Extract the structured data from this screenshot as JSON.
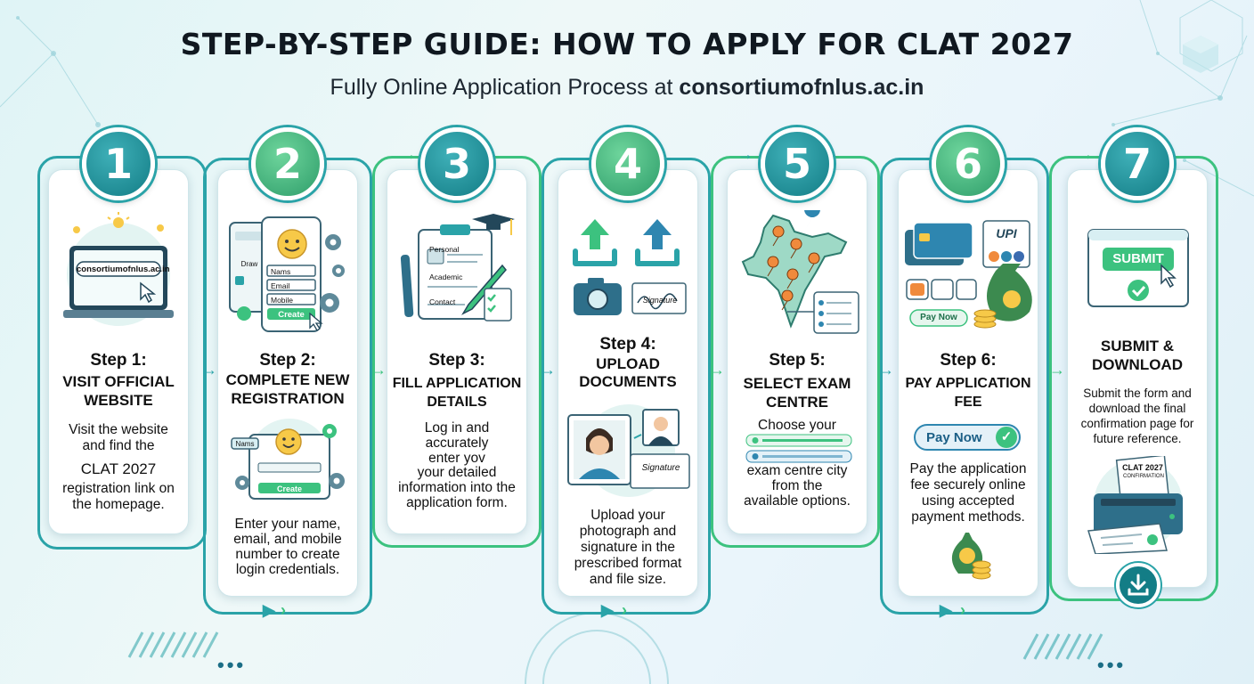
{
  "title": "STEP-BY-STEP GUIDE: HOW TO APPLY FOR CLAT 2027",
  "subtitle_prefix": "Fully Online Application Process at",
  "subtitle_site": "consortiumofnlus.ac.in",
  "colors": {
    "teal": "#2aa3a8",
    "green": "#3cc27f",
    "dark_teal": "#137d86"
  },
  "steps": [
    {
      "number": "1",
      "step_label": "Step 1:",
      "heading": [
        "VISIT OFFICIAL",
        "WEBSITE"
      ],
      "description": [
        "Visit the website",
        "and find the"
      ],
      "highlight": "CLAT 2027",
      "description2": [
        "registration link on",
        "the homepage."
      ],
      "url_label": "consortiumofnlus.ac.in",
      "icon": "laptop-icon"
    },
    {
      "number": "2",
      "step_label": "Step 2:",
      "heading": [
        "COMPLETE NEW",
        "REGISTRATION"
      ],
      "description": [
        "Enter your name,",
        "email, and mobile",
        "number to create",
        "login credentials."
      ],
      "form_fields": [
        "Nams",
        "Email",
        "Mobile"
      ],
      "create_label": "Create",
      "side_label": "Draw",
      "mini_field": "Nams",
      "icon": "registration-form-icon"
    },
    {
      "number": "3",
      "step_label": "Step 3:",
      "heading": [
        "FILL APPLICATION",
        "DETAILS"
      ],
      "description": [
        "Log in and",
        "accurately",
        "enter yov",
        "your detailed",
        "information into the",
        "application form."
      ],
      "form_fields": [
        "Personal",
        "Academic",
        "Contact"
      ],
      "icon": "clipboard-icon"
    },
    {
      "number": "4",
      "step_label": "Step 4:",
      "heading": [
        "UPLOAD",
        "DOCUMENTS"
      ],
      "description": [
        "Upload your",
        "photograph and",
        "signature in the",
        "prescribed format",
        "and file size."
      ],
      "signature_label": "Signature",
      "icon": "upload-icon"
    },
    {
      "number": "5",
      "step_label": "Step 5:",
      "heading": [
        "SELECT EXAM",
        "CENTRE"
      ],
      "description_top": "Choose your",
      "description": [
        "exam centre city",
        "from the",
        "available options."
      ],
      "icon": "india-map-icon"
    },
    {
      "number": "6",
      "step_label": "Step 6:",
      "heading": [
        "PAY APPLICATION",
        "FEE"
      ],
      "description": [
        "Pay the application",
        "fee securely online",
        "using accepted",
        "payment methods."
      ],
      "pay_small": "Pay Now",
      "pay_big": "Pay Now",
      "upi_label": "UPI",
      "icon": "payment-icon"
    },
    {
      "number": "7",
      "step_label": "",
      "heading": [
        "SUBMIT &",
        "DOWNLOAD"
      ],
      "description": [
        "Submit the form and",
        "download the final",
        "confirmation page for",
        "future reference."
      ],
      "submit_label": "SUBMIT",
      "paper_label": [
        "CLAT 2027",
        "CONFIRMATION"
      ],
      "icon": "printer-icon"
    }
  ],
  "dots": "•••"
}
